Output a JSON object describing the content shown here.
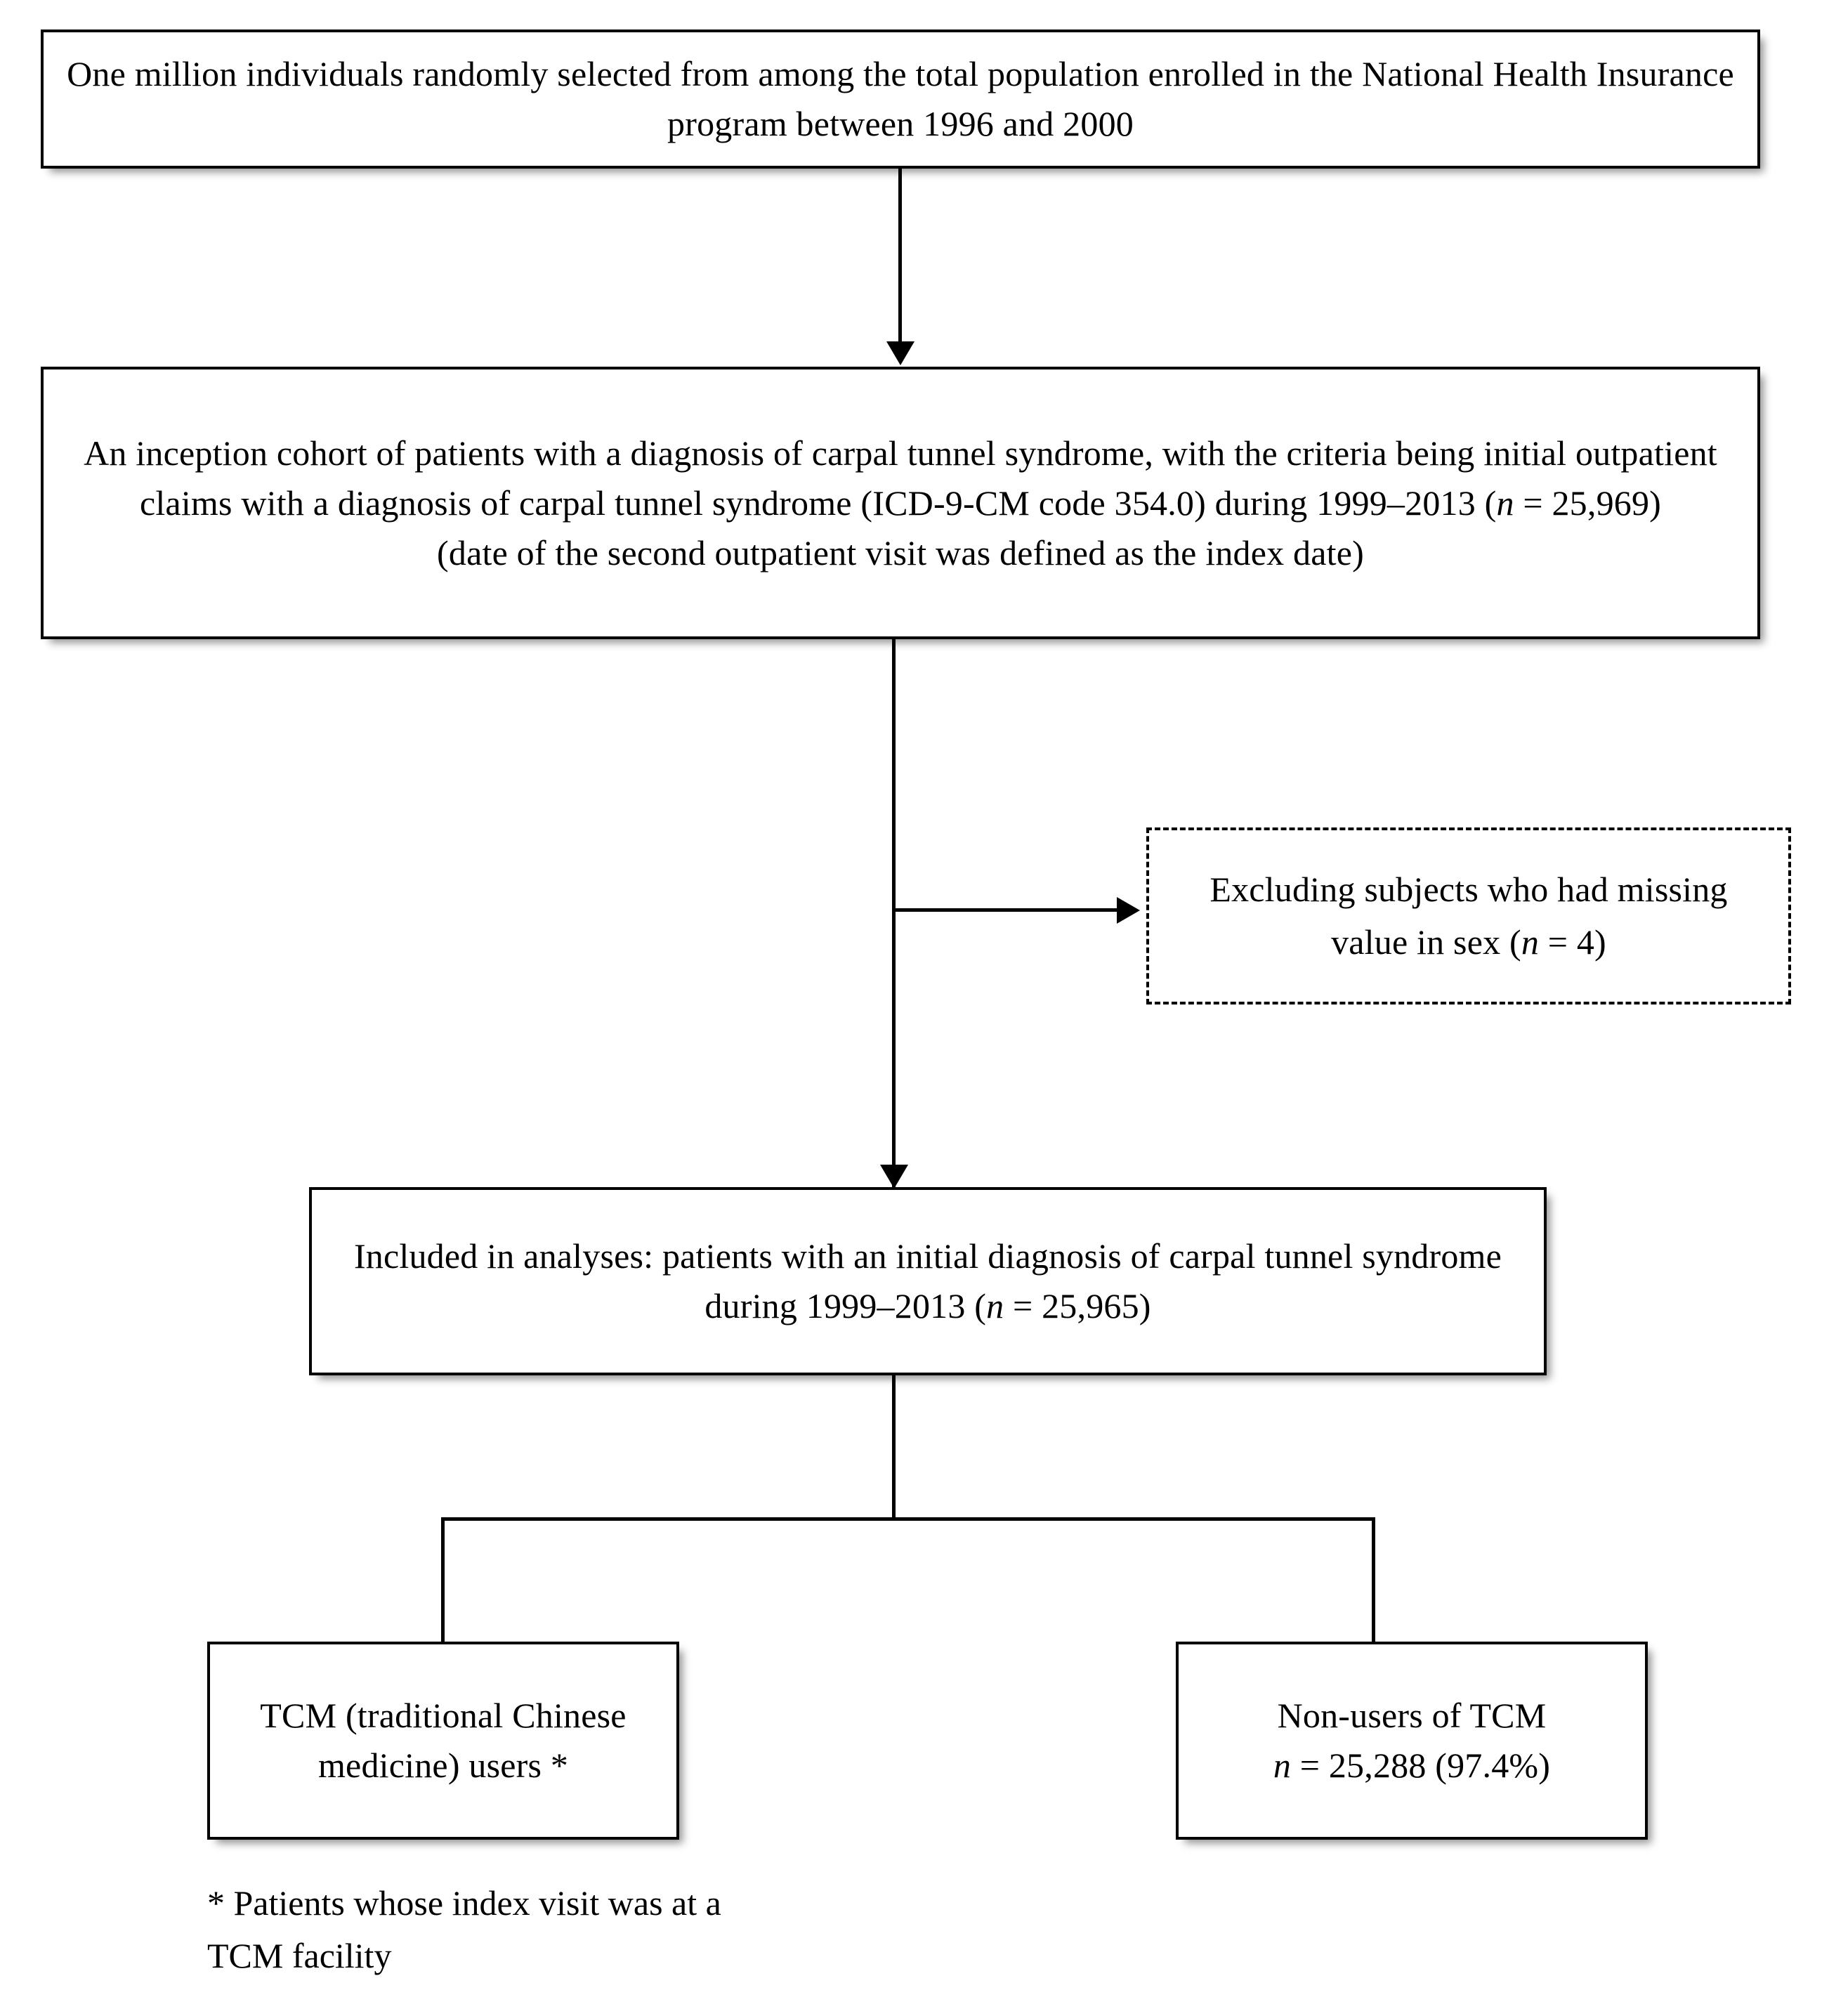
{
  "flowchart": {
    "title_absent": true,
    "nodes": {
      "cohort_source": {
        "text": "One million individuals randomly selected from among the total population enrolled in the National Health Insurance program between 1996 and 2000",
        "shape": "rectangle",
        "border": "solid"
      },
      "inception_cohort": {
        "text": "An inception cohort of patients with a diagnosis of carpal tunnel syndrome, with the criteria being initial outpatient claims with a diagnosis of carpal tunnel syndrome (ICD-9-CM code 354.0) during 1999–2013 (n = 25,969)\n(date of the second outpatient visit was defined as the index date)",
        "shape": "rectangle",
        "border": "solid"
      },
      "exclusion": {
        "text": "Excluding subjects who had missing value in sex (n = 4)",
        "shape": "rectangle",
        "border": "dashed"
      },
      "included": {
        "text": "Included in analyses: patients with an initial diagnosis of carpal tunnel syndrome during 1999–2013 (n = 25,965)",
        "shape": "rectangle",
        "border": "solid"
      },
      "tcm_users": {
        "text": "TCM (traditional Chinese medicine) users *",
        "shape": "rectangle",
        "border": "solid"
      },
      "non_users": {
        "text": "Non-users of TCM\nn = 25,288 (97.4%)",
        "shape": "rectangle",
        "border": "solid"
      }
    },
    "footnote": "* Patients whose index visit was at a\nTCM facility",
    "counts": {
      "source_population": "One million",
      "enrollment_period": "1996 and 2000",
      "inception_cohort_n": "25,969",
      "excluded_missing_sex_n": "4",
      "included_n": "25,965",
      "non_users_n": "25,288",
      "non_users_percent": "97.4%",
      "diagnosis_period": "1999–2013",
      "icd_code": "ICD-9-CM code 354.0"
    },
    "colors": {
      "border": "#000000",
      "text": "#000000",
      "background": "#ffffff"
    }
  }
}
